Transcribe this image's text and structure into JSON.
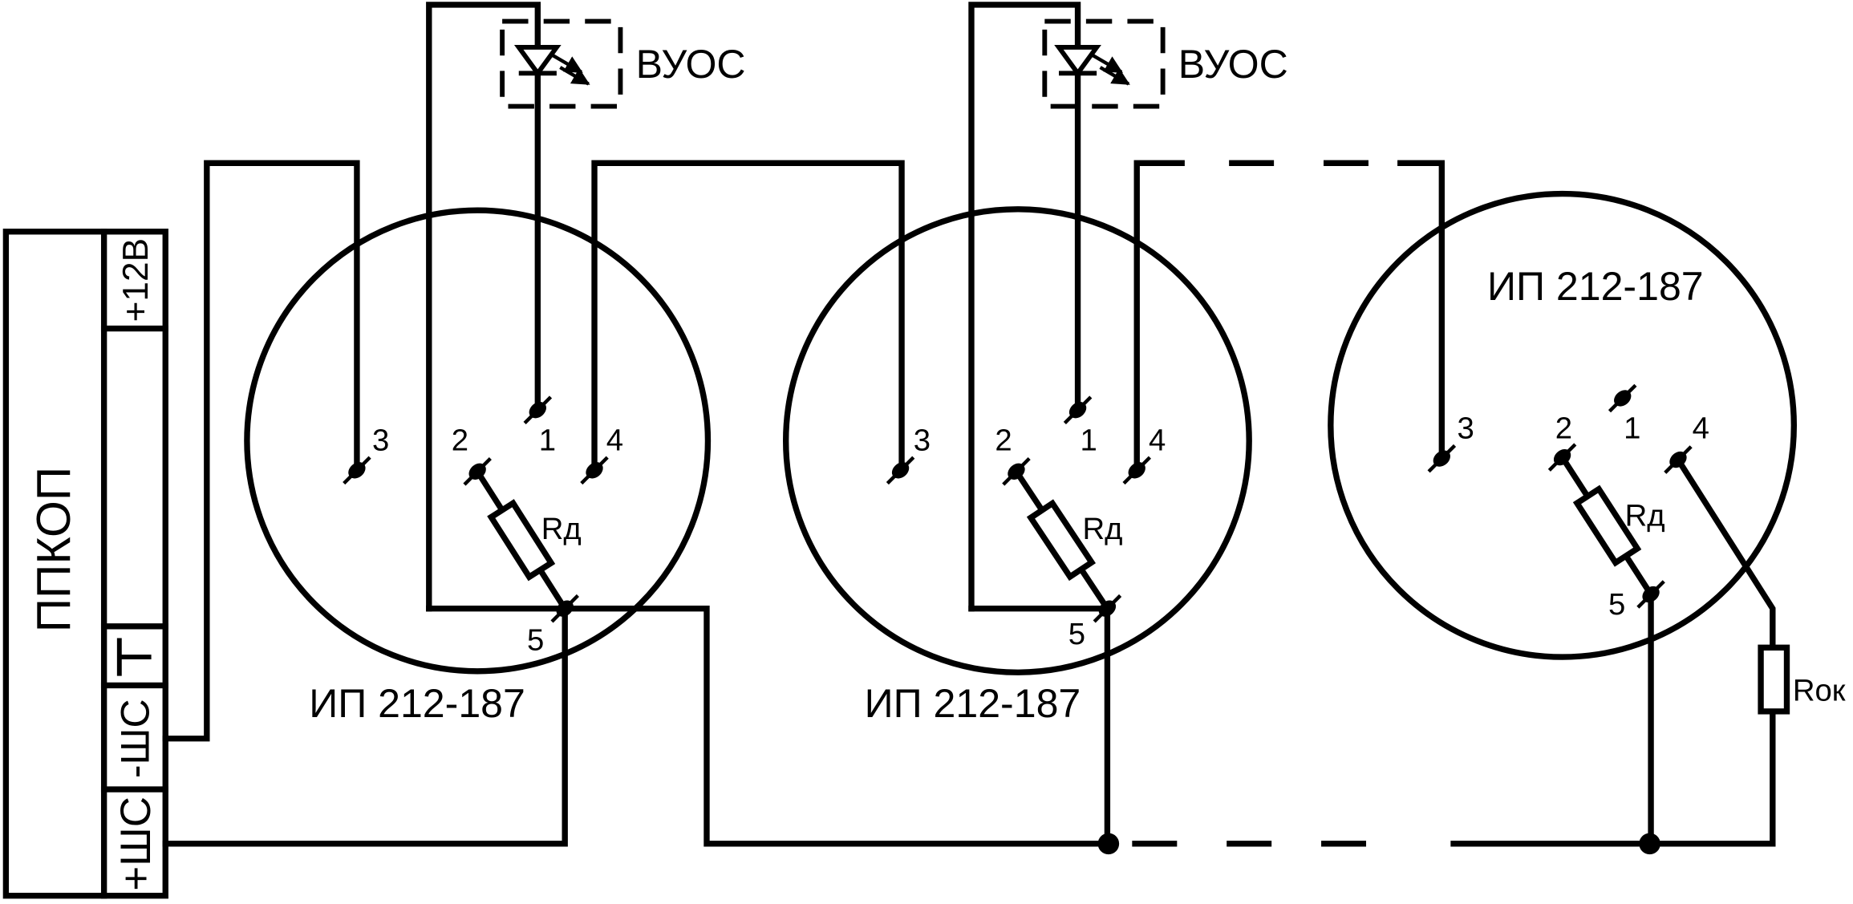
{
  "panel": {
    "name": "ППКОП",
    "terminal_plus_12v": "+12В",
    "terminal_minus_loop": "-ШС",
    "terminal_plus_loop": "+ШС"
  },
  "indicators": [
    {
      "label": "ВУОС"
    },
    {
      "label": "ВУОС"
    }
  ],
  "detectors": [
    {
      "label": "ИП 212-187",
      "terminals": [
        "1",
        "2",
        "3",
        "4",
        "5"
      ],
      "resistor": "Rд"
    },
    {
      "label": "ИП 212-187",
      "terminals": [
        "1",
        "2",
        "3",
        "4",
        "5"
      ],
      "resistor": "Rд"
    },
    {
      "label": "ИП 212-187",
      "terminals": [
        "1",
        "2",
        "3",
        "4",
        "5"
      ],
      "resistor": "Rд"
    }
  ],
  "end_of_line_resistor": "Rок",
  "icons": {
    "panel_common": "ground-terminal-icon",
    "indicator": "led-icon",
    "terminal": "terminal-screw-icon"
  }
}
